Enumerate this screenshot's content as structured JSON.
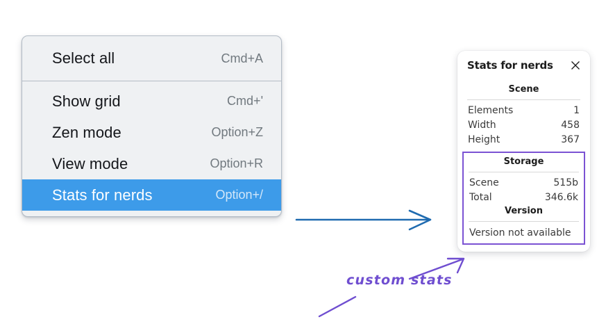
{
  "context_menu": {
    "groups": [
      {
        "id": "group-1",
        "items": [
          {
            "label": "Select all",
            "shortcut": "Cmd+A",
            "selected": false
          }
        ]
      },
      {
        "id": "group-2",
        "items": [
          {
            "label": "Show grid",
            "shortcut": "Cmd+'",
            "selected": false
          },
          {
            "label": "Zen mode",
            "shortcut": "Option+Z",
            "selected": false
          },
          {
            "label": "View mode",
            "shortcut": "Option+R",
            "selected": false
          },
          {
            "label": "Stats for nerds",
            "shortcut": "Option+/",
            "selected": true
          }
        ]
      }
    ],
    "selected_color": "#3d9be9",
    "background_color": "#eff1f3"
  },
  "stats_panel": {
    "title": "Stats for nerds",
    "close_icon": "close-icon",
    "scene": {
      "heading": "Scene",
      "rows": [
        {
          "key": "Elements",
          "value": "1"
        },
        {
          "key": "Width",
          "value": "458"
        },
        {
          "key": "Height",
          "value": "367"
        }
      ]
    },
    "storage": {
      "heading": "Storage",
      "rows": [
        {
          "key": "Scene",
          "value": "515b"
        },
        {
          "key": "Total",
          "value": "346.6k"
        }
      ]
    },
    "version": {
      "heading": "Version",
      "text": "Version not available"
    },
    "highlight_color": "#7b52d3"
  },
  "annotations": {
    "custom_stats_label": "custom stats",
    "blue_arrow_color": "#1f6bb0",
    "purple_arrow_color": "#6f4ed0"
  }
}
